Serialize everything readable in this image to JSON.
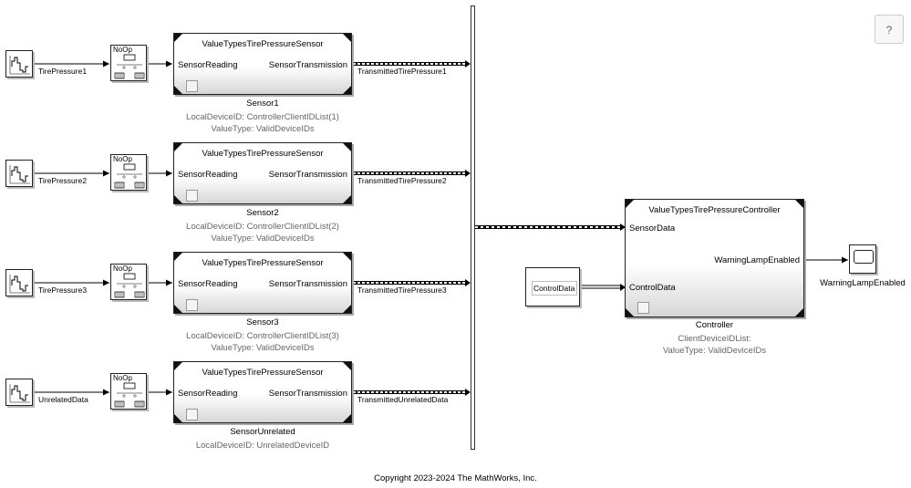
{
  "help_button": {
    "label": "?"
  },
  "rows": [
    {
      "source_label": "TirePressure1",
      "noop_label": "NoOp",
      "subsystem_title": "ValueTypesTirePressureSensor",
      "in_port": "SensorReading",
      "out_port": "SensorTransmission",
      "block_name": "Sensor1",
      "param1": "LocalDeviceID: ControllerClientIDList(1)",
      "param2": "ValueType: ValidDeviceIDs",
      "signal_label": "TransmittedTirePressure1"
    },
    {
      "source_label": "TirePressure2",
      "noop_label": "NoOp",
      "subsystem_title": "ValueTypesTirePressureSensor",
      "in_port": "SensorReading",
      "out_port": "SensorTransmission",
      "block_name": "Sensor2",
      "param1": "LocalDeviceID: ControllerClientIDList(2)",
      "param2": "ValueType: ValidDeviceIDs",
      "signal_label": "TransmittedTirePressure2"
    },
    {
      "source_label": "TirePressure3",
      "noop_label": "NoOp",
      "subsystem_title": "ValueTypesTirePressureSensor",
      "in_port": "SensorReading",
      "out_port": "SensorTransmission",
      "block_name": "Sensor3",
      "param1": "LocalDeviceID: ControllerClientIDList(3)",
      "param2": "ValueType: ValidDeviceIDs",
      "signal_label": "TransmittedTirePressure3"
    },
    {
      "source_label": "UnrelatedData",
      "noop_label": "NoOp",
      "subsystem_title": "ValueTypesTirePressureSensor",
      "in_port": "SensorReading",
      "out_port": "SensorTransmission",
      "block_name": "SensorUnrelated",
      "param1": "LocalDeviceID: UnrelatedDeviceID",
      "param2": "",
      "signal_label": "TransmittedUnrelatedData"
    }
  ],
  "controller": {
    "title": "ValueTypesTirePressureController",
    "in_port_1": "SensorData",
    "in_port_2": "ControlData",
    "out_port": "WarningLampEnabled",
    "block_name": "Controller",
    "param1": "ClientDeviceIDList:",
    "param2": "ValueType: ValidDeviceIDs"
  },
  "constant_block": {
    "label": "ControlData"
  },
  "scope_block": {
    "label": "WarningLampEnabled"
  },
  "copyright": "Copyright 2023-2024 The MathWorks, Inc."
}
